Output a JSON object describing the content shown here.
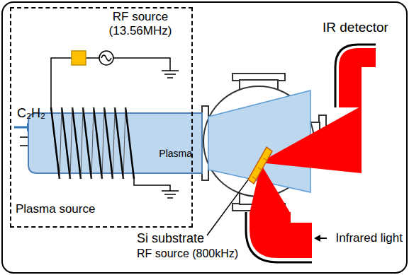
{
  "diagram": {
    "nodes": [
      {
        "text": [
          "Plasma source"
        ]
      },
      {
        "text": [
          "Plasma"
        ]
      }
    ],
    "labels": [
      "C₂H₂",
      "RF source (13.56MHz)",
      "IR detector",
      "Infrared light",
      "Si substrate",
      "RF source (800kHz)"
    ]
  }
}
